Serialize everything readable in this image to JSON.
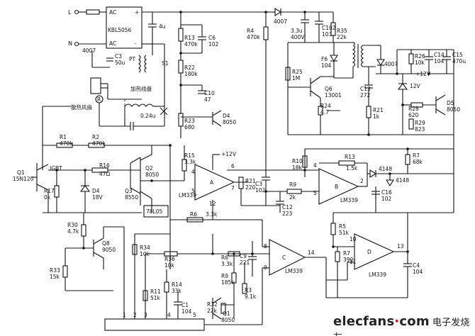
{
  "diagram": {
    "input_terminals": [
      "L",
      "N"
    ],
    "bridge": "KBL5056",
    "labels": {
      "fuse_note": "4007",
      "c3": "C3",
      "c3v": "50u",
      "pt": "PT",
      "s1": "S1",
      "cap4u": "4u",
      "r13": "R13",
      "r13v": "470k",
      "c6": "C6",
      "c6v": "102",
      "r22": "R22",
      "r22v": "180k",
      "c10": "C10",
      "c10v": "47",
      "r23": "R23",
      "r23v": "680",
      "d4": "D4",
      "d4v": "8050",
      "heater_cn": "加热线盘",
      "fan_cn": "散热风扇",
      "v24": "0.24u",
      "r4": "R4",
      "r4v": "470k",
      "d_4007": "4007",
      "c_33u": "3.3u",
      "c_400v": "400V",
      "c102": "C102",
      "c102v": "103",
      "r35": "R35",
      "r35v": "22k",
      "f6": "F6",
      "f6v": "104",
      "r25": "R25",
      "r25v": "1M",
      "q6": "Q6",
      "q6v": "13001",
      "r24": "R24",
      "r24v": "4.7",
      "c13": "C13",
      "c13v": "272",
      "r21b": "R21",
      "r21bv": "1k",
      "r26": "R26",
      "r26v": "10k",
      "c14": "C14",
      "c14v": "104",
      "c15": "C15",
      "c15v": "470u",
      "plus12v": "+12V",
      "v12": "12V",
      "d_4007b": "4007",
      "r28": "R28",
      "r28v": "620",
      "r29": "R29",
      "r29v": "823",
      "d5": "D5",
      "d5v": "8050",
      "r1": "R1",
      "r1v": "470k",
      "r2": "R2",
      "r2v": "470k",
      "igbt": "IGBT",
      "q1": "Q1",
      "q1v": "15N120",
      "r16": "R16",
      "r16v": "47Ω",
      "r15": "R15",
      "r15v": "3.3k",
      "q2": "Q2",
      "q2v": "8050",
      "q3": "Q3",
      "q3v": "8550",
      "plus12": "+12V",
      "r17": "R17",
      "r17v": "0k",
      "d4b": "D4",
      "d4bv": "18V",
      "lm339a": "LM339",
      "r21": "R21",
      "r21v": "220",
      "u7805": "78L05",
      "r6": "R6",
      "r6v": "3.3k",
      "r10": "R10",
      "r10v": "18k",
      "r13b": "R13",
      "r13bv": "1.5k",
      "r7": "R7",
      "r7v": "68k",
      "c3b": "C3",
      "c3bv": "102",
      "r9": "R9",
      "r9v": "2k",
      "c12": "C12",
      "c12v": "223",
      "lm339b": "LM339",
      "d4148a": "4148",
      "d4148b": "4148",
      "c16": "C16",
      "c16v": "102",
      "r30": "R30",
      "r30v": "4.7k",
      "q8": "Q8",
      "q8v": "9050",
      "r33": "R33",
      "r33v": "15k",
      "r34": "R34",
      "r34v": "10k",
      "r36": "R36",
      "r36v": "10k",
      "r14": "R14",
      "r14v": "33k",
      "r11": "R11",
      "r11v": "51k",
      "c9": "C9",
      "c9v": "221",
      "r6b": "R6",
      "r6bv": "3.3k",
      "r5": "R5",
      "r5v": "51k",
      "r7b": "R7",
      "r7bv": "390",
      "lm339c": "LM339",
      "lm339d": "LM339",
      "c4": "C4",
      "c4v": "104",
      "r3": "R3",
      "r3v": "9.1k",
      "r9b": "R9",
      "r9bv": "185k",
      "r32": "R32",
      "r32v": "22k",
      "c1b": "C1",
      "c1bv": "104",
      "q1b": "Q1",
      "q1bv": "8050",
      "pins": [
        "1",
        "2",
        "3",
        "4",
        "5"
      ],
      "op_pins_a": [
        "4",
        "5",
        "2",
        "7",
        "12"
      ],
      "op_pins_b": [
        "6",
        "7"
      ],
      "op_pins_c": [
        "8",
        "9",
        "14"
      ],
      "op_pins_d": [
        "10",
        "11",
        "13"
      ],
      "op_pins_e": [
        "4",
        "5",
        "2"
      ]
    },
    "watermark": {
      "main": "elecfans",
      "dot": "·",
      "tail": "com",
      "cn": "电子发烧友"
    }
  }
}
